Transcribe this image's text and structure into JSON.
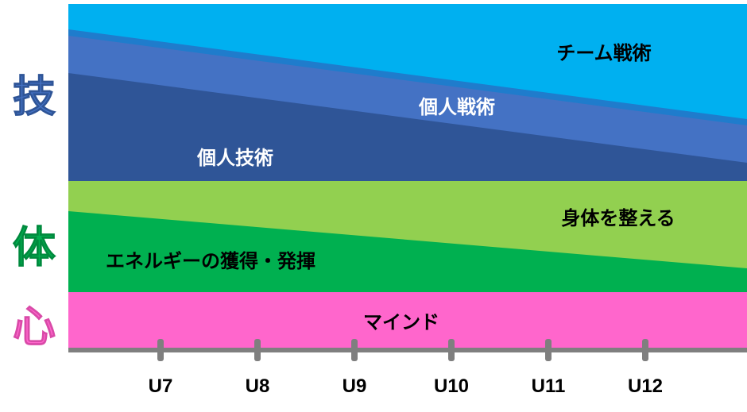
{
  "side_labels": {
    "technique": "技",
    "body": "体",
    "mind": "心"
  },
  "bands": {
    "team_tactics": "チーム戦術",
    "individual_tactics": "個人戦術",
    "individual_technique": "個人技術",
    "conditioning": "身体を整える",
    "energy": "エネルギーの獲得・発揮",
    "mind": "マインド"
  },
  "axis": {
    "ticks": [
      "U7",
      "U8",
      "U9",
      "U10",
      "U11",
      "U12"
    ]
  },
  "colors": {
    "team_tactics": "#00b0f0",
    "individual_tactics": "#4472c4",
    "individual_technique": "#2f5597",
    "conditioning": "#92d050",
    "energy": "#00b050",
    "mind": "#ff66cc",
    "axis": "#7f7f7f",
    "kanji_technique": "#4472c4",
    "kanji_body": "#00b050",
    "kanji_mind": "#ff66cc"
  }
}
